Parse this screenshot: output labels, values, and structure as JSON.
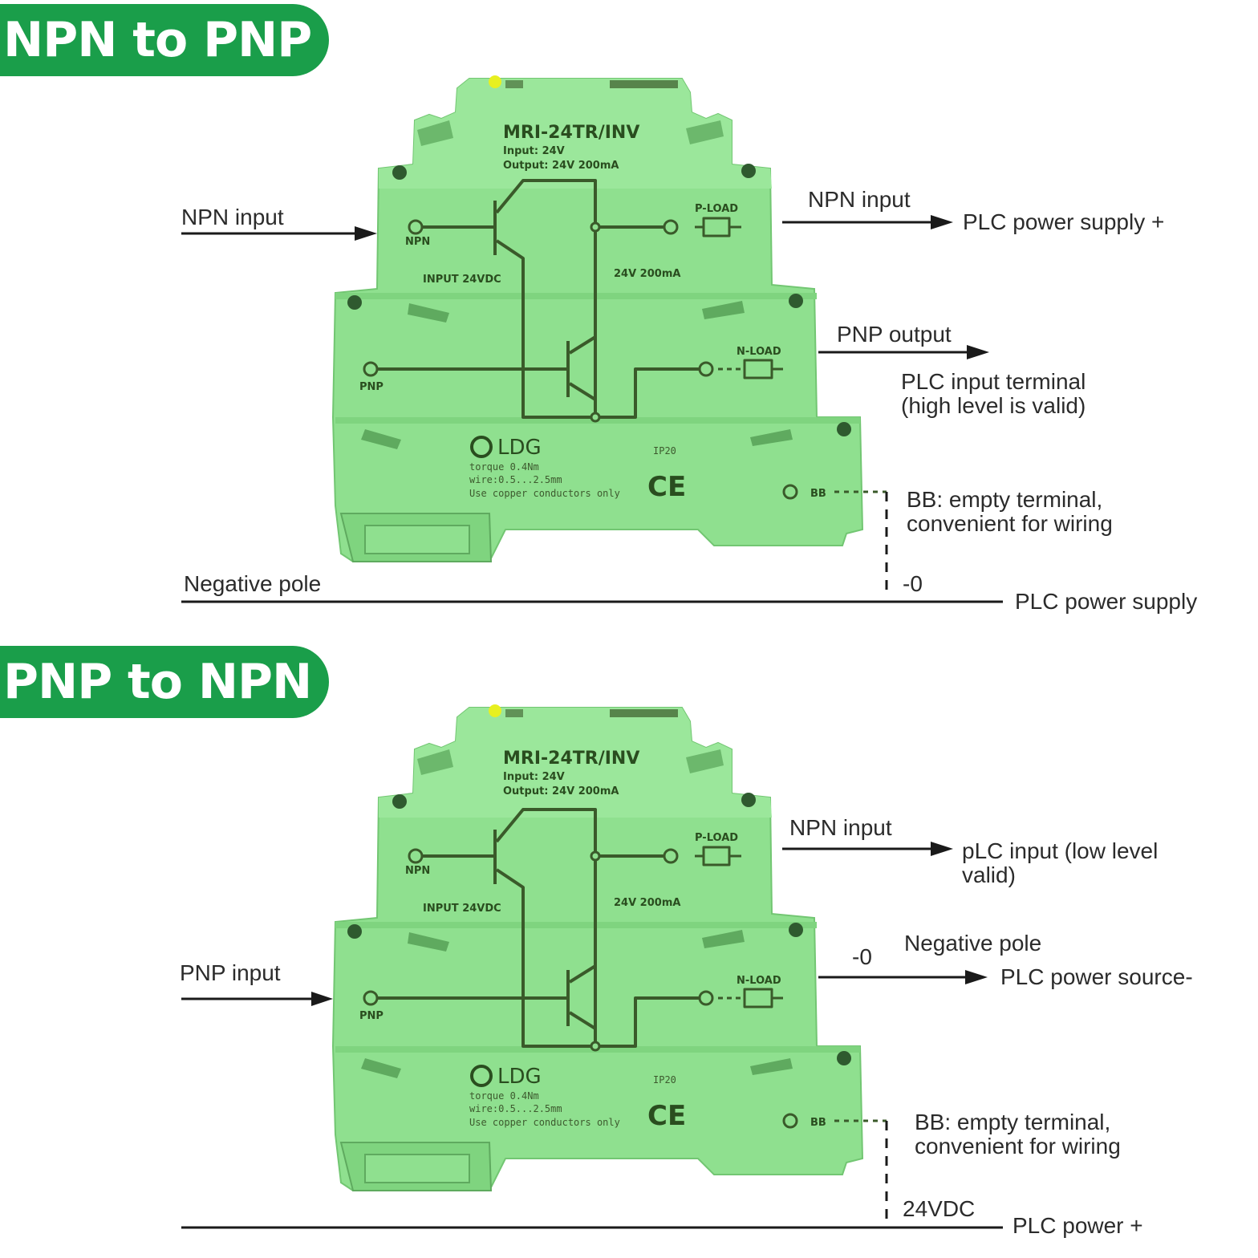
{
  "colors": {
    "banner": "#1a9e4a",
    "device_body": "#8fe08f",
    "device_shadow": "#6cc46c",
    "circuit": "#3a5a2a",
    "label_text": "#2b2b2b"
  },
  "device": {
    "model": "MRI-24TR/INV",
    "input_rating": "Input:   24V",
    "output_rating": "Output: 24V     200mA",
    "npn_terminal": "NPN",
    "pnp_terminal": "PNP",
    "input_voltage": "INPUT 24VDC",
    "output_spec": "24V 200mA",
    "p_load": "P-LOAD",
    "n_load": "N-LOAD",
    "brand": "LDG",
    "torque": "torque 0.4Nm",
    "wire": "wire:0.5...2.5mm",
    "copper_note": "Use copper conductors only",
    "ip_rating": "IP20",
    "ce_mark": "CE",
    "bb_terminal": "BB"
  },
  "npn_to_pnp": {
    "title": "NPN to PNP",
    "left_input_label": "NPN input",
    "top_right_label": "NPN input",
    "top_right_target": "PLC power supply +",
    "middle_right_label": "PNP output",
    "middle_right_target_line1": "PLC input terminal",
    "middle_right_target_line2": "(high level is valid)",
    "bb_note_line1": "BB: empty terminal,",
    "bb_note_line2": "convenient for wiring",
    "bottom_left_label": "Negative pole",
    "bottom_value": "-0",
    "bottom_target": "PLC power supply"
  },
  "pnp_to_npn": {
    "title": "PNP to NPN",
    "left_input_label": "PNP input",
    "top_right_label": "NPN input",
    "top_right_target_line1": "pLC input (low level",
    "top_right_target_line2": "valid)",
    "middle_value": "-0",
    "middle_right_label": "Negative pole",
    "middle_right_target": "PLC power source-",
    "bb_note_line1": "BB: empty terminal,",
    "bb_note_line2": "convenient for wiring",
    "bottom_value": "24VDC",
    "bottom_target": "PLC power +"
  }
}
